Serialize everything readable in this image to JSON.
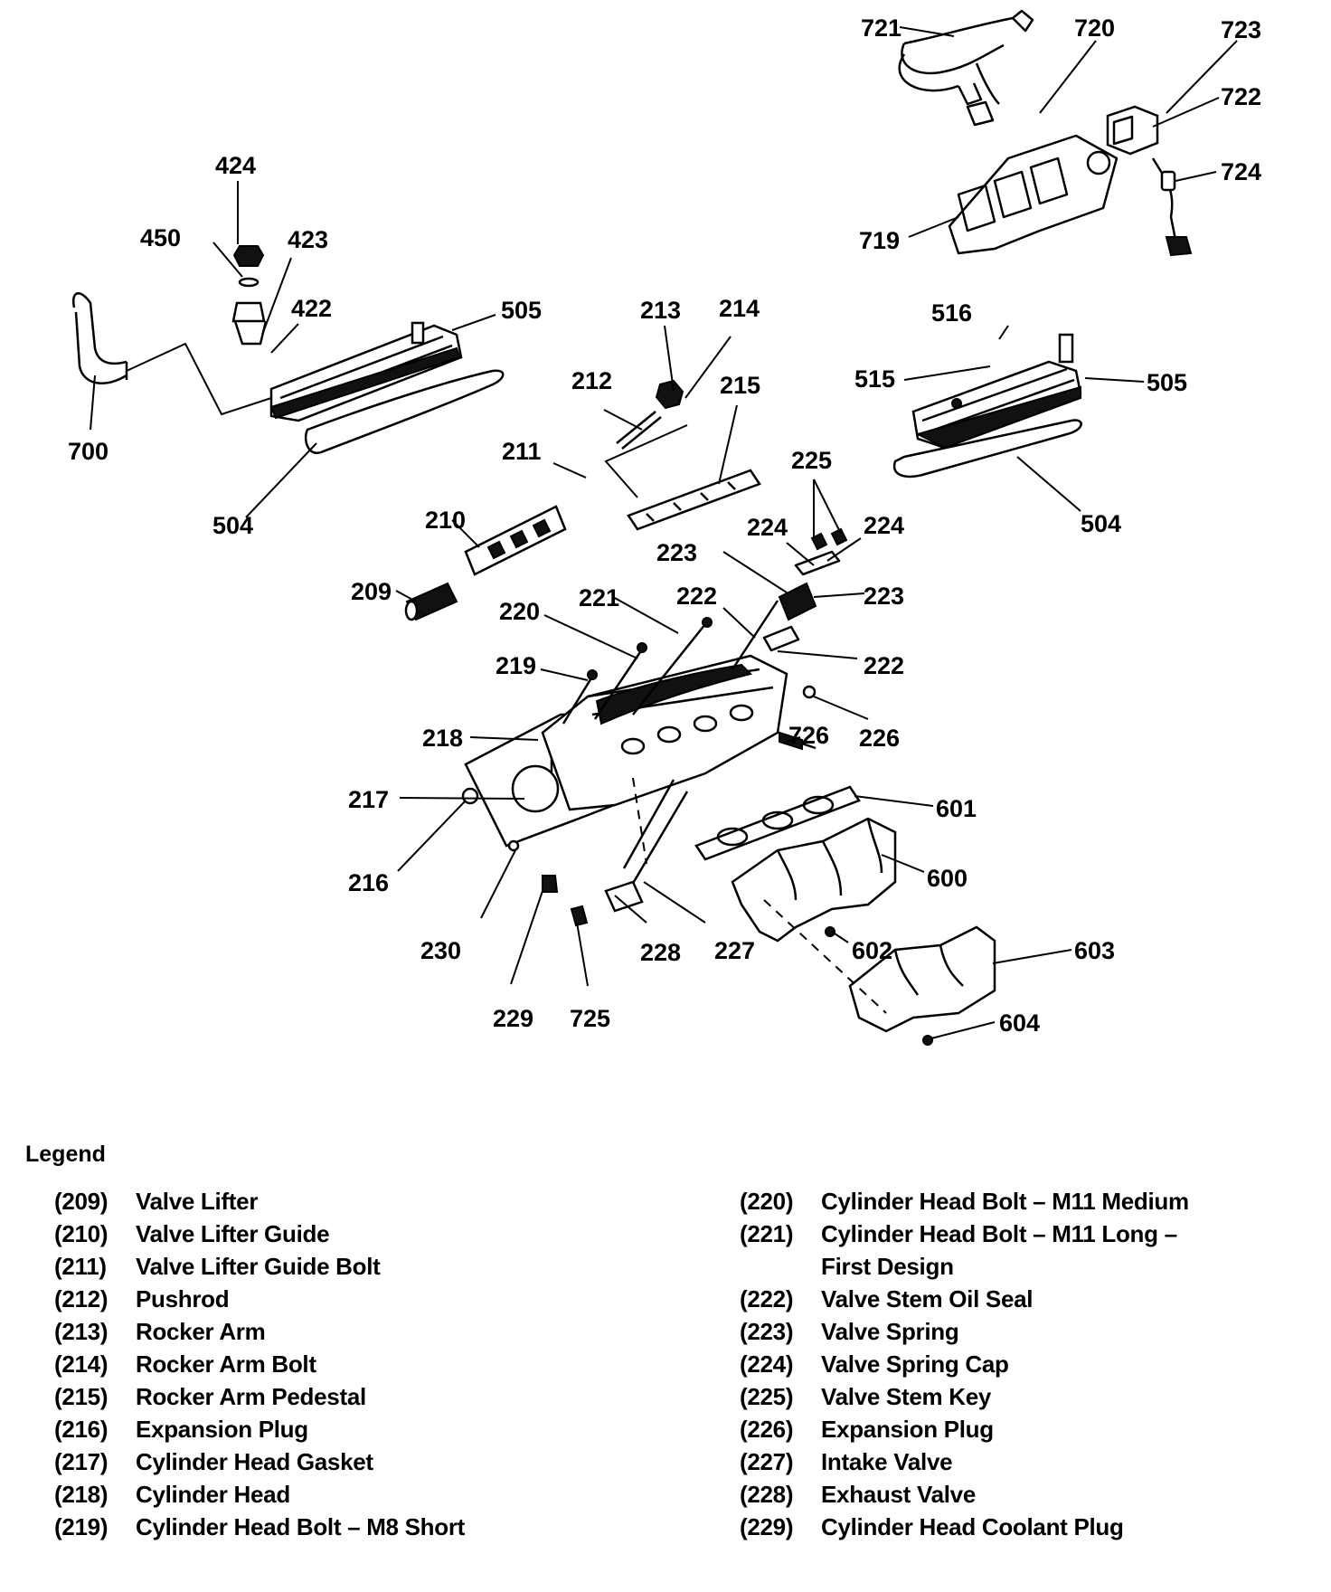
{
  "callouts": {
    "c721": "721",
    "c720": "720",
    "c723": "723",
    "c722": "722",
    "c724": "724",
    "c719": "719",
    "c424": "424",
    "c450": "450",
    "c423": "423",
    "c422": "422",
    "c505a": "505",
    "c700": "700",
    "c504a": "504",
    "c213": "213",
    "c214": "214",
    "c212": "212",
    "c215": "215",
    "c211": "211",
    "c210": "210",
    "c209": "209",
    "c516": "516",
    "c515": "515",
    "c505b": "505",
    "c504b": "504",
    "c225": "225",
    "c224a": "224",
    "c224b": "224",
    "c223a": "223",
    "c223b": "223",
    "c220": "220",
    "c221": "221",
    "c222a": "222",
    "c222b": "222",
    "c219": "219",
    "c226": "226",
    "c218": "218",
    "c726": "726",
    "c217": "217",
    "c601": "601",
    "c216": "216",
    "c600": "600",
    "c230": "230",
    "c228": "228",
    "c227": "227",
    "c602": "602",
    "c603": "603",
    "c229": "229",
    "c725": "725",
    "c604": "604"
  },
  "legend": {
    "title": "Legend",
    "left": [
      {
        "num": "(209)",
        "label": "Valve Lifter"
      },
      {
        "num": "(210)",
        "label": "Valve Lifter Guide"
      },
      {
        "num": "(211)",
        "label": "Valve Lifter Guide Bolt"
      },
      {
        "num": "(212)",
        "label": "Pushrod"
      },
      {
        "num": "(213)",
        "label": "Rocker Arm"
      },
      {
        "num": "(214)",
        "label": "Rocker Arm Bolt"
      },
      {
        "num": "(215)",
        "label": "Rocker Arm Pedestal"
      },
      {
        "num": "(216)",
        "label": "Expansion Plug"
      },
      {
        "num": "(217)",
        "label": "Cylinder Head Gasket"
      },
      {
        "num": "(218)",
        "label": "Cylinder Head"
      },
      {
        "num": "(219)",
        "label": "Cylinder Head Bolt – M8 Short"
      }
    ],
    "right": [
      {
        "num": "(220)",
        "label": "Cylinder Head Bolt – M11 Medium"
      },
      {
        "num": "(221)",
        "label": "Cylinder Head Bolt – M11 Long – First Design"
      },
      {
        "num": "(222)",
        "label": "Valve Stem Oil Seal"
      },
      {
        "num": "(223)",
        "label": "Valve Spring"
      },
      {
        "num": "(224)",
        "label": "Valve Spring Cap"
      },
      {
        "num": "(225)",
        "label": "Valve Stem Key"
      },
      {
        "num": "(226)",
        "label": "Expansion Plug"
      },
      {
        "num": "(227)",
        "label": "Intake Valve"
      },
      {
        "num": "(228)",
        "label": "Exhaust Valve"
      },
      {
        "num": "(229)",
        "label": "Cylinder Head Coolant Plug"
      }
    ]
  }
}
